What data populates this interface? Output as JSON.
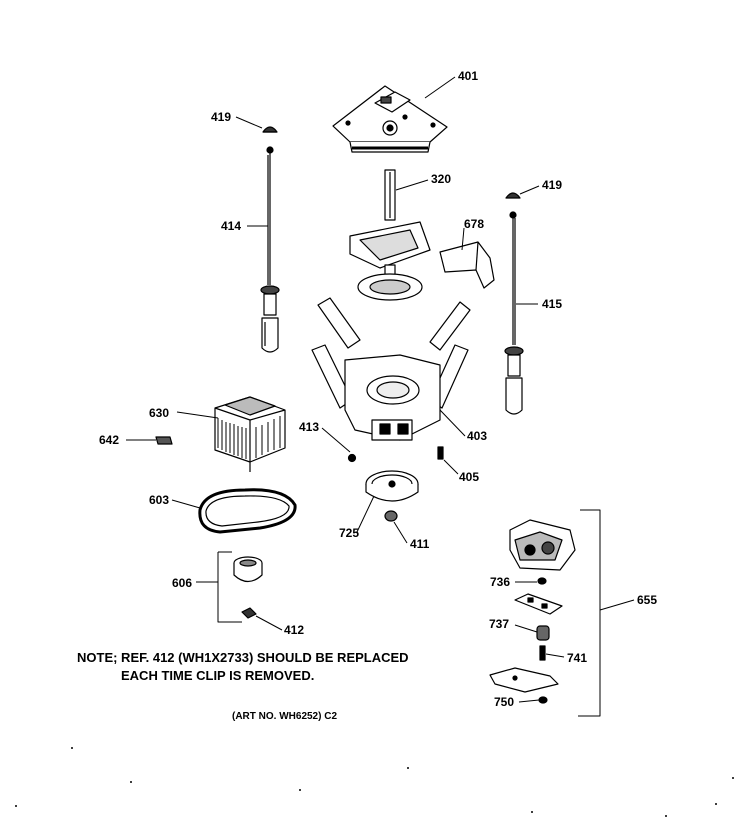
{
  "callouts": {
    "p401": "401",
    "p419a": "419",
    "p419b": "419",
    "p320": "320",
    "p414": "414",
    "p678": "678",
    "p415": "415",
    "p630": "630",
    "p642": "642",
    "p413": "413",
    "p403": "403",
    "p405": "405",
    "p603": "603",
    "p725": "725",
    "p411": "411",
    "p606": "606",
    "p412": "412",
    "p736": "736",
    "p655": "655",
    "p737": "737",
    "p741": "741",
    "p750": "750"
  },
  "note": {
    "line1": "NOTE; REF. 412 (WH1X2733) SHOULD BE REPLACED",
    "line2": "EACH TIME CLIP IS REMOVED."
  },
  "art_number": "(ART NO. WH6252) C2"
}
